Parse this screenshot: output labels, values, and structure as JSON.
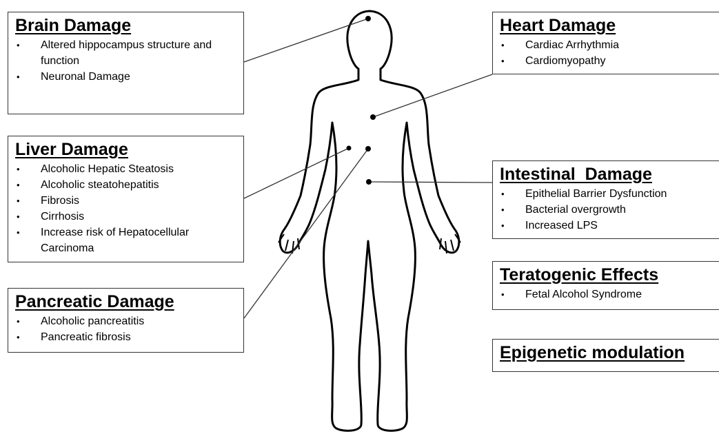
{
  "boxes": {
    "brain": {
      "title": "Brain Damage",
      "items": [
        "Altered hippocampus structure and function",
        "Neuronal Damage"
      ]
    },
    "liver": {
      "title": "Liver Damage",
      "items": [
        "Alcoholic Hepatic Steatosis",
        "Alcoholic steatohepatitis",
        "Fibrosis",
        "Cirrhosis",
        "Increase  risk of Hepatocellular Carcinoma"
      ]
    },
    "pancreas": {
      "title": "Pancreatic Damage",
      "items": [
        "Alcoholic pancreatitis",
        "Pancreatic fibrosis"
      ]
    },
    "heart": {
      "title": "Heart Damage",
      "items": [
        "Cardiac Arrhythmia",
        "Cardiomyopathy"
      ]
    },
    "intestine": {
      "title": "Intestinal  Damage",
      "items": [
        "Epithelial Barrier Dysfunction",
        "Bacterial overgrowth",
        "Increased LPS"
      ]
    },
    "terato": {
      "title": "Teratogenic Effects",
      "items": [
        "Fetal Alcohol Syndrome"
      ]
    },
    "epi": {
      "title": "Epigenetic modulation"
    }
  },
  "colors": {
    "line": "#333333",
    "outline": "#000000",
    "text": "#000000"
  },
  "icons": {
    "figure": "human-body-outline-icon",
    "bullet": "bullet-dot-icon"
  }
}
